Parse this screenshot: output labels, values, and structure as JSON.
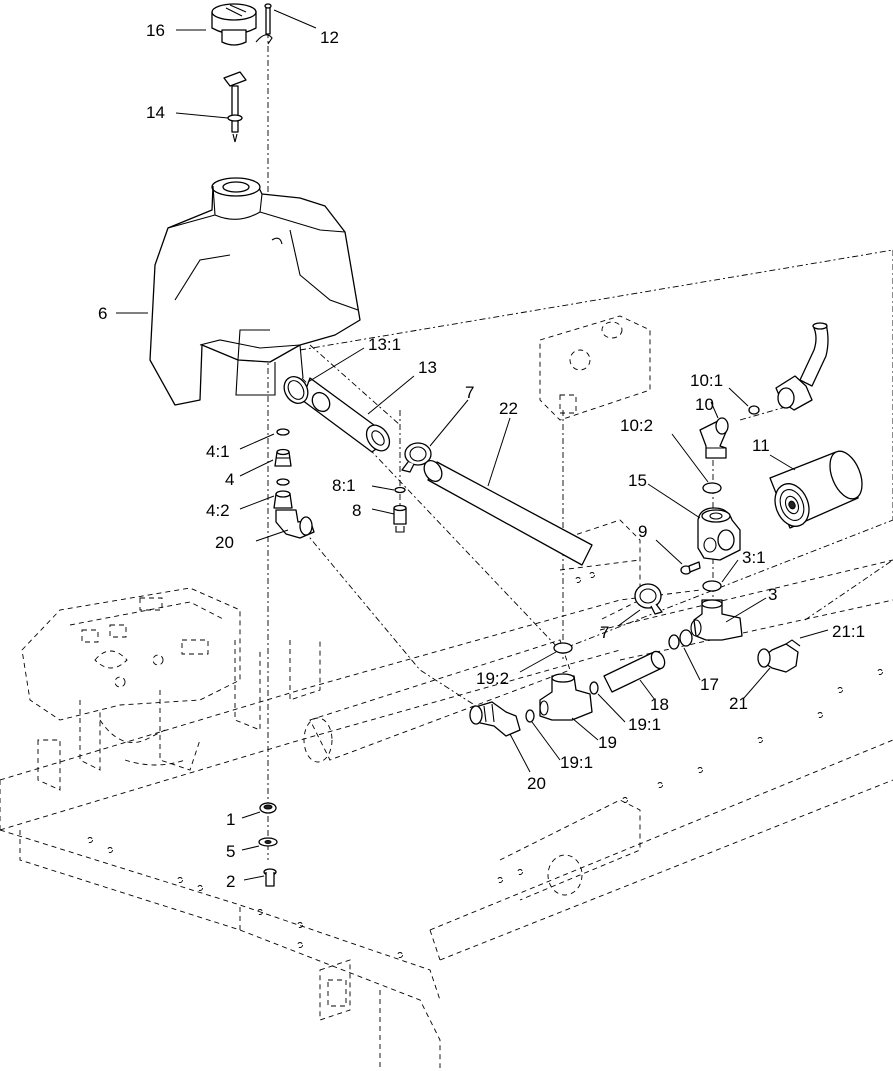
{
  "callouts": [
    {
      "id": "16",
      "label": "16"
    },
    {
      "id": "12",
      "label": "12"
    },
    {
      "id": "14",
      "label": "14"
    },
    {
      "id": "6",
      "label": "6"
    },
    {
      "id": "13-1",
      "label": "13:1"
    },
    {
      "id": "13",
      "label": "13"
    },
    {
      "id": "7-top",
      "label": "7"
    },
    {
      "id": "22",
      "label": "22"
    },
    {
      "id": "10-1",
      "label": "10:1"
    },
    {
      "id": "10",
      "label": "10"
    },
    {
      "id": "10-2",
      "label": "10:2"
    },
    {
      "id": "11",
      "label": "11"
    },
    {
      "id": "4-1",
      "label": "4:1"
    },
    {
      "id": "4",
      "label": "4"
    },
    {
      "id": "8-1",
      "label": "8:1"
    },
    {
      "id": "8",
      "label": "8"
    },
    {
      "id": "4-2",
      "label": "4:2"
    },
    {
      "id": "15",
      "label": "15"
    },
    {
      "id": "20-top",
      "label": "20"
    },
    {
      "id": "9",
      "label": "9"
    },
    {
      "id": "3-1",
      "label": "3:1"
    },
    {
      "id": "3",
      "label": "3"
    },
    {
      "id": "7-bottom",
      "label": "7"
    },
    {
      "id": "21-1",
      "label": "21:1"
    },
    {
      "id": "19-2",
      "label": "19:2"
    },
    {
      "id": "17",
      "label": "17"
    },
    {
      "id": "18",
      "label": "18"
    },
    {
      "id": "21",
      "label": "21"
    },
    {
      "id": "19-1-right",
      "label": "19:1"
    },
    {
      "id": "19",
      "label": "19"
    },
    {
      "id": "19-1-left",
      "label": "19:1"
    },
    {
      "id": "20-bottom",
      "label": "20"
    },
    {
      "id": "1",
      "label": "1"
    },
    {
      "id": "5",
      "label": "5"
    },
    {
      "id": "2",
      "label": "2"
    }
  ]
}
